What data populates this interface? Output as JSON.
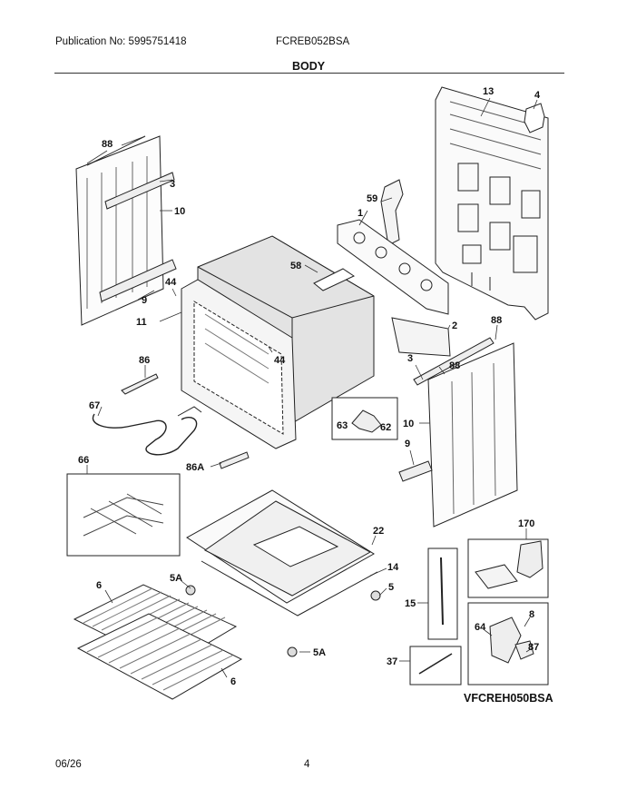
{
  "header": {
    "publication_no": "Publication No: 5995751418",
    "model": "FCREB052BSA",
    "section_title": "BODY"
  },
  "callouts": {
    "c13": "13",
    "c4": "4",
    "c88a": "88",
    "c3a": "3",
    "c10a": "10",
    "c59": "59",
    "c1": "1",
    "c58": "58",
    "c44a": "44",
    "c9a": "9",
    "c11": "11",
    "c2": "2",
    "c88b": "88",
    "c44b": "44",
    "c86": "86",
    "c3b": "3",
    "c88c": "88",
    "c63": "63",
    "c62": "62",
    "c10b": "10",
    "c67": "67",
    "c9b": "9",
    "c86a": "86A",
    "c66": "66",
    "c170": "170",
    "c22": "22",
    "c6a": "6",
    "c5a1": "5A",
    "c14": "14",
    "c5": "5",
    "c15": "15",
    "c8": "8",
    "c64": "64",
    "c87": "87",
    "c5a2": "5A",
    "c37": "37",
    "c6b": "6"
  },
  "kit_code": "VFCREH050BSA",
  "footer": {
    "date": "06/26",
    "page": "4"
  }
}
